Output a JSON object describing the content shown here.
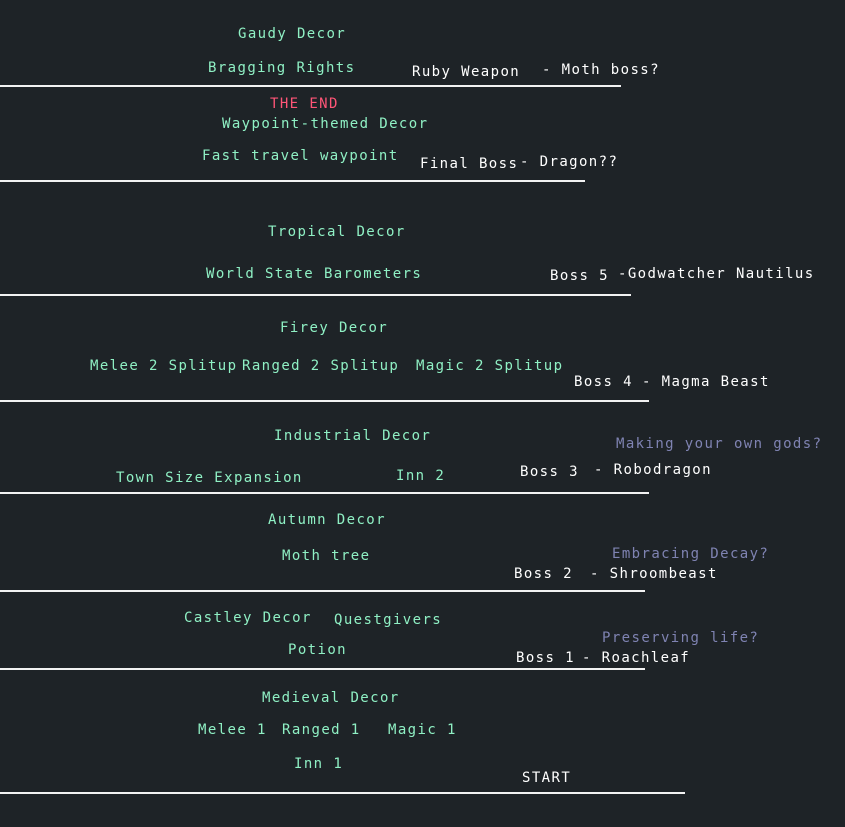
{
  "tiers": [
    {
      "features": [
        "Gaudy Decor",
        "Bragging Rights"
      ],
      "boss": {
        "label": "Ruby Weapon",
        "name": "- Moth boss?"
      }
    },
    {
      "end_label": "THE END",
      "features": [
        "Waypoint-themed Decor",
        "Fast travel waypoint"
      ],
      "boss": {
        "label": "Final Boss",
        "name": "- Dragon??"
      }
    },
    {
      "features": [
        "Tropical Decor",
        "World State Barometers"
      ],
      "boss": {
        "label": "Boss 5",
        "name": "-Godwatcher Nautilus"
      }
    },
    {
      "features": [
        "Firey Decor",
        "Melee 2 Splitup",
        "Ranged 2 Splitup",
        "Magic 2 Splitup"
      ],
      "boss": {
        "label": "Boss 4",
        "name": "- Magma Beast"
      }
    },
    {
      "theme": "Making your own gods?",
      "features": [
        "Industrial Decor",
        "Town Size Expansion",
        "Inn 2"
      ],
      "boss": {
        "label": "Boss 3",
        "name": "- Robodragon"
      }
    },
    {
      "theme": "Embracing Decay?",
      "features": [
        "Autumn Decor",
        "Moth tree"
      ],
      "boss": {
        "label": "Boss 2",
        "name": "- Shroombeast"
      }
    },
    {
      "theme": "Preserving life?",
      "features": [
        "Castley Decor",
        "Questgivers",
        "Potion"
      ],
      "boss": {
        "label": "Boss 1",
        "name": "- Roachleaf"
      }
    },
    {
      "features": [
        "Medieval Decor",
        "Melee 1",
        "Ranged 1",
        "Magic 1",
        "Inn 1"
      ],
      "boss": {
        "label": "START"
      }
    }
  ],
  "colors": {
    "background": "#1e2327",
    "feature_text": "#8ff0c4",
    "boss_text": "#ffffff",
    "theme_text": "#7f83b2",
    "end_text": "#ff5577",
    "divider": "#f2f2f2"
  }
}
